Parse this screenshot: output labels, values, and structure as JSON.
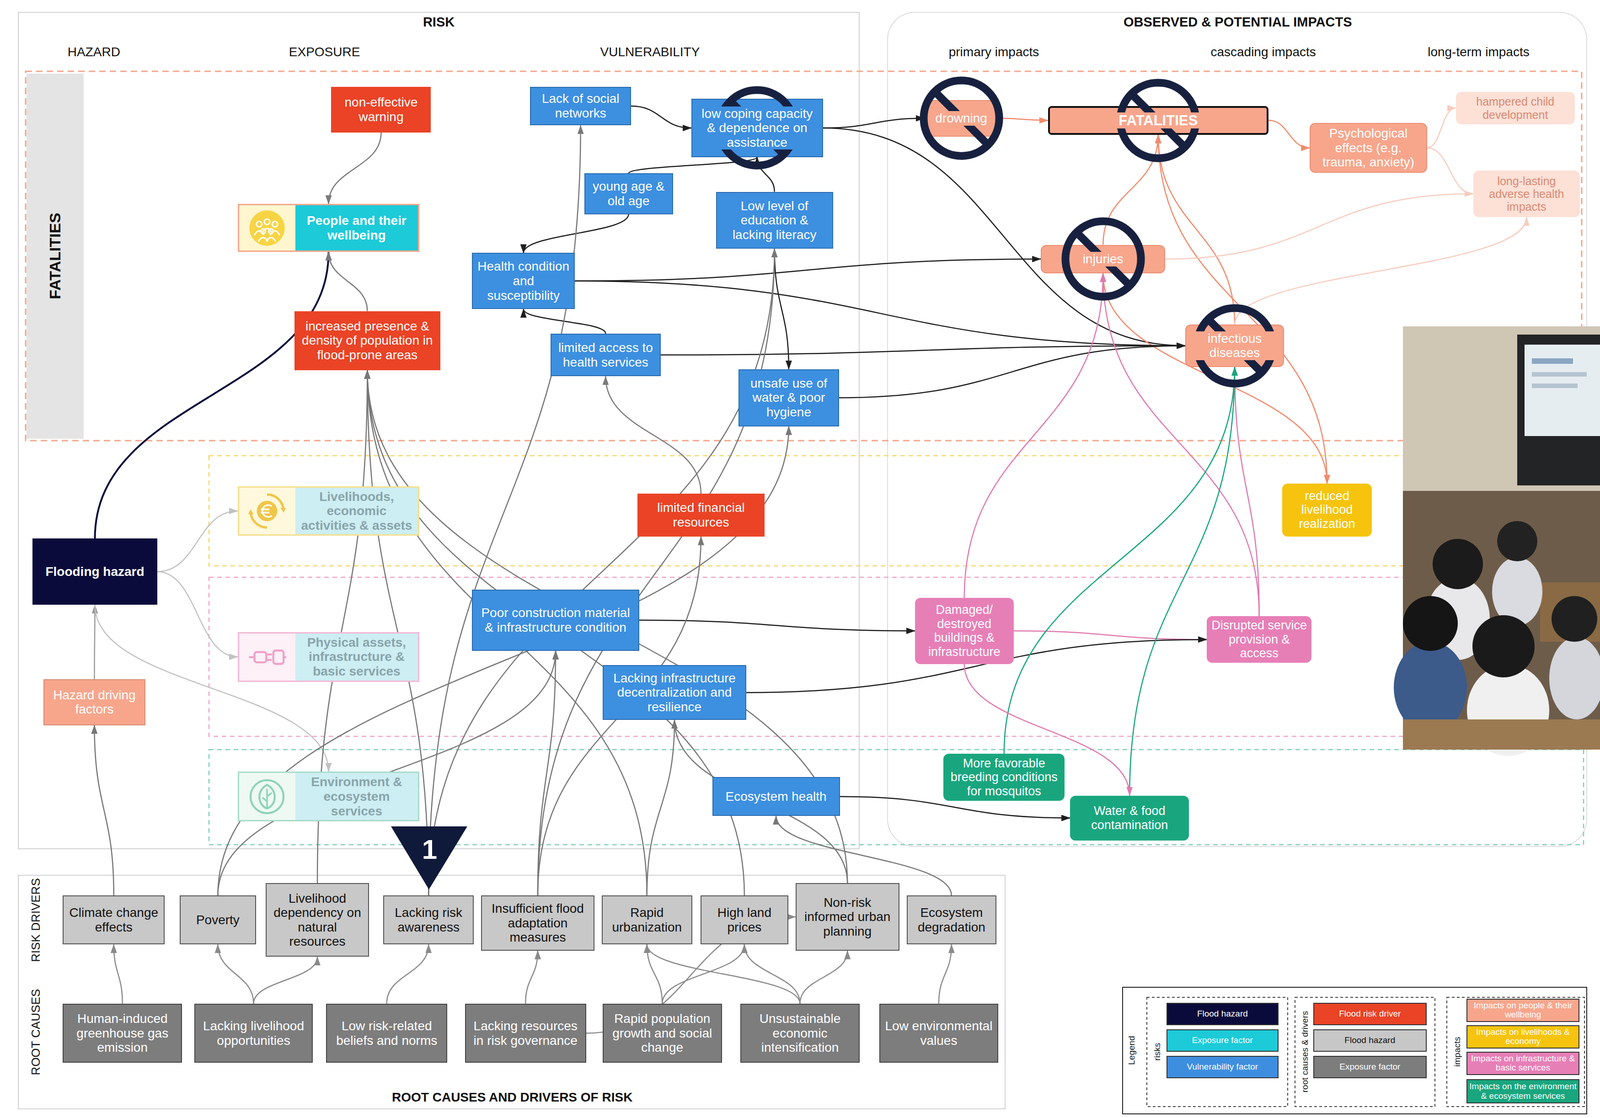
{
  "diagram": {
    "nodes": [
      {
        "text": [
          "FATALITIES"
        ]
      },
      {
        "text": [
          "non-effective warning"
        ]
      },
      {
        "text": [
          "People and their wellbeing"
        ]
      },
      {
        "text": [
          "increased presence & density of population in flood-prone areas"
        ]
      },
      {
        "text": [
          "Lack of social networks"
        ]
      },
      {
        "text": [
          "low coping capacity & dependence on assistance"
        ]
      },
      {
        "text": [
          "young age & old age"
        ]
      },
      {
        "text": [
          "Low level of education & lacking literacy"
        ]
      },
      {
        "text": [
          "Health condition and susceptibility"
        ]
      },
      {
        "text": [
          "limited access to health services"
        ]
      },
      {
        "text": [
          "unsafe use of water & poor hygiene"
        ]
      },
      {
        "text": [
          "drowning"
        ]
      },
      {
        "text": [
          "FATALITIES"
        ]
      },
      {
        "text": [
          "Psychological effects (e.g. trauma, anxiety)"
        ]
      },
      {
        "text": [
          "hampered child development"
        ]
      },
      {
        "text": [
          "long-lasting adverse health impacts"
        ]
      },
      {
        "text": [
          "injuries"
        ]
      },
      {
        "text": [
          "infectious diseases"
        ]
      },
      {
        "text": [
          "Flooding hazard"
        ]
      },
      {
        "text": [
          "Hazard driving factors"
        ]
      },
      {
        "text": [
          "Livelihoods, economic activities & assets"
        ]
      },
      {
        "text": [
          "limited financial resources"
        ]
      },
      {
        "text": [
          "reduced livelihood realization"
        ]
      },
      {
        "text": [
          "Poor construction material & infrastructure condition"
        ]
      },
      {
        "text": [
          "Physical assets, infrastructure & basic services"
        ]
      },
      {
        "text": [
          "Damaged/ destroyed buildings & infrastructure"
        ]
      },
      {
        "text": [
          "Disrupted service provision & access"
        ]
      },
      {
        "text": [
          "Lacking infrastructure decentralization and resilience"
        ]
      },
      {
        "text": [
          "More favorable breeding conditions for mosquitos"
        ]
      },
      {
        "text": [
          "Environment & ecosystem services"
        ]
      },
      {
        "text": [
          "Ecosystem health"
        ]
      },
      {
        "text": [
          "Water & food contamination"
        ]
      },
      {
        "text": [
          "Climate change effects"
        ]
      },
      {
        "text": [
          "Poverty"
        ]
      },
      {
        "text": [
          "Livelihood dependency on natural resources"
        ]
      },
      {
        "text": [
          "Lacking risk awareness"
        ]
      },
      {
        "text": [
          "Insufficient flood adaptation measures"
        ]
      },
      {
        "text": [
          "Rapid urbanization"
        ]
      },
      {
        "text": [
          "High land prices"
        ]
      },
      {
        "text": [
          "Non-risk informed urban planning"
        ]
      },
      {
        "text": [
          "Ecosystem degradation"
        ]
      },
      {
        "text": [
          "Human-induced greenhouse gas emission"
        ]
      },
      {
        "text": [
          "Lacking livelihood opportunities"
        ]
      },
      {
        "text": [
          "Low risk-related beliefs and norms"
        ]
      },
      {
        "text": [
          "Lacking resources in risk governance"
        ]
      },
      {
        "text": [
          "Rapid population growth and social change"
        ]
      },
      {
        "text": [
          "Unsustainable economic intensification"
        ]
      },
      {
        "text": [
          "Low environmental values"
        ]
      }
    ],
    "edges": [
      {
        "from": 19,
        "to": 18,
        "arrow": "to"
      },
      {
        "from": 32,
        "to": 19,
        "arrow": "to"
      },
      {
        "from": 41,
        "to": 32,
        "arrow": "to"
      },
      {
        "from": 18,
        "to": 2,
        "arrow": "to"
      },
      {
        "from": 18,
        "to": 20,
        "arrow": "to"
      },
      {
        "from": 18,
        "to": 24,
        "arrow": "to"
      },
      {
        "from": 18,
        "to": 29,
        "arrow": "to"
      },
      {
        "from": 1,
        "to": 2,
        "arrow": "to"
      },
      {
        "from": 3,
        "to": 2,
        "arrow": "to"
      },
      {
        "from": 4,
        "to": 5,
        "arrow": "to"
      },
      {
        "from": 6,
        "to": 5,
        "arrow": "to"
      },
      {
        "from": 6,
        "to": 8,
        "arrow": "to"
      },
      {
        "from": 7,
        "to": 5,
        "arrow": "to"
      },
      {
        "from": 9,
        "to": 8,
        "arrow": "to"
      },
      {
        "from": 5,
        "to": 11,
        "arrow": "to"
      },
      {
        "from": 5,
        "to": 17,
        "arrow": "to"
      },
      {
        "from": 11,
        "to": 12,
        "arrow": "to"
      },
      {
        "from": 12,
        "to": 13,
        "arrow": "to"
      },
      {
        "from": 13,
        "to": 14,
        "arrow": "to"
      },
      {
        "from": 13,
        "to": 15,
        "arrow": "to"
      },
      {
        "from": 16,
        "to": 12,
        "arrow": "to"
      },
      {
        "from": 17,
        "to": 12,
        "arrow": "to"
      },
      {
        "from": 12,
        "to": 22,
        "arrow": "to"
      },
      {
        "from": 16,
        "to": 22,
        "arrow": "to"
      },
      {
        "from": 8,
        "to": 16,
        "arrow": "to"
      },
      {
        "from": 8,
        "to": 17,
        "arrow": "to"
      },
      {
        "from": 9,
        "to": 17,
        "arrow": "to"
      },
      {
        "from": 10,
        "to": 17,
        "arrow": "to"
      },
      {
        "from": 7,
        "to": 10,
        "arrow": "to"
      },
      {
        "from": 16,
        "to": 15,
        "arrow": "to"
      },
      {
        "from": 17,
        "to": 15,
        "arrow": "to"
      },
      {
        "from": 23,
        "to": 25,
        "arrow": "to"
      },
      {
        "from": 25,
        "to": 26,
        "arrow": "to"
      },
      {
        "from": 27,
        "to": 26,
        "arrow": "to"
      },
      {
        "from": 25,
        "to": 16,
        "arrow": "to"
      },
      {
        "from": 26,
        "to": 16,
        "arrow": "to"
      },
      {
        "from": 26,
        "to": 17,
        "arrow": "to"
      },
      {
        "from": 28,
        "to": 17,
        "arrow": "to"
      },
      {
        "from": 31,
        "to": 17,
        "arrow": "to"
      },
      {
        "from": 30,
        "to": 31,
        "arrow": "to"
      },
      {
        "from": 25,
        "to": 31,
        "arrow": "to"
      },
      {
        "from": 21,
        "to": 9,
        "arrow": "to"
      },
      {
        "from": 36,
        "to": 21,
        "arrow": "to"
      },
      {
        "from": 35,
        "to": 4,
        "arrow": "to"
      },
      {
        "from": 33,
        "to": 23,
        "arrow": "to"
      },
      {
        "from": 33,
        "to": 10,
        "arrow": "to"
      },
      {
        "from": 34,
        "to": 3,
        "arrow": "to"
      },
      {
        "from": 35,
        "to": 3,
        "arrow": "to"
      },
      {
        "from": 35,
        "to": 7,
        "arrow": "to"
      },
      {
        "from": 36,
        "to": 23,
        "arrow": "to"
      },
      {
        "from": 36,
        "to": 7,
        "arrow": "to"
      },
      {
        "from": 37,
        "to": 3,
        "arrow": "to"
      },
      {
        "from": 37,
        "to": 27,
        "arrow": "to"
      },
      {
        "from": 38,
        "to": 3,
        "arrow": "to"
      },
      {
        "from": 39,
        "to": 3,
        "arrow": "to"
      },
      {
        "from": 39,
        "to": 27,
        "arrow": "to"
      },
      {
        "from": 40,
        "to": 30,
        "arrow": "to"
      },
      {
        "from": 42,
        "to": 33,
        "arrow": "to"
      },
      {
        "from": 42,
        "to": 34,
        "arrow": "to"
      },
      {
        "from": 43,
        "to": 35,
        "arrow": "to"
      },
      {
        "from": 44,
        "to": 36,
        "arrow": "to"
      },
      {
        "from": 44,
        "to": 39,
        "arrow": "to"
      },
      {
        "from": 45,
        "to": 37,
        "arrow": "to"
      },
      {
        "from": 45,
        "to": 38,
        "arrow": "to"
      },
      {
        "from": 46,
        "to": 37,
        "arrow": "to"
      },
      {
        "from": 46,
        "to": 38,
        "arrow": "to"
      },
      {
        "from": 46,
        "to": 39,
        "arrow": "to"
      },
      {
        "from": 47,
        "to": 40,
        "arrow": "to"
      }
    ],
    "labels": [
      "RISK",
      "HAZARD",
      "EXPOSURE",
      "VULNERABILITY",
      "OBSERVED & POTENTIAL IMPACTS",
      "primary impacts",
      "cascading impacts",
      "long-term impacts",
      "RISK DRIVERS",
      "ROOT CAUSES",
      "ROOT CAUSES AND DRIVERS OF RISK",
      "1",
      "Legend",
      "risks",
      "root causes & drivers",
      "impacts"
    ],
    "legend": [
      {
        "text": "Flood hazard",
        "color": "#0b0b3b"
      },
      {
        "text": "Exposure factor",
        "color": "#1ccad8"
      },
      {
        "text": "Vulnerability factor",
        "color": "#3e8ee0"
      },
      {
        "text": "Flood risk driver",
        "color": "#ea4326"
      },
      {
        "text": "Flood hazard",
        "color": "#c7c7c7"
      },
      {
        "text": "Exposure factor",
        "color": "#7d7d7d"
      },
      {
        "text": "Impacts on people & their wellbeing",
        "color": "#f7a68c"
      },
      {
        "text": "Impacts on livelihoods & economy",
        "color": "#f6c40f"
      },
      {
        "text": "Impacts on infrastructure & basic services",
        "color": "#e77fb7"
      },
      {
        "text": "Impacts on the environment & ecosystem services",
        "color": "#19a67e"
      }
    ]
  }
}
